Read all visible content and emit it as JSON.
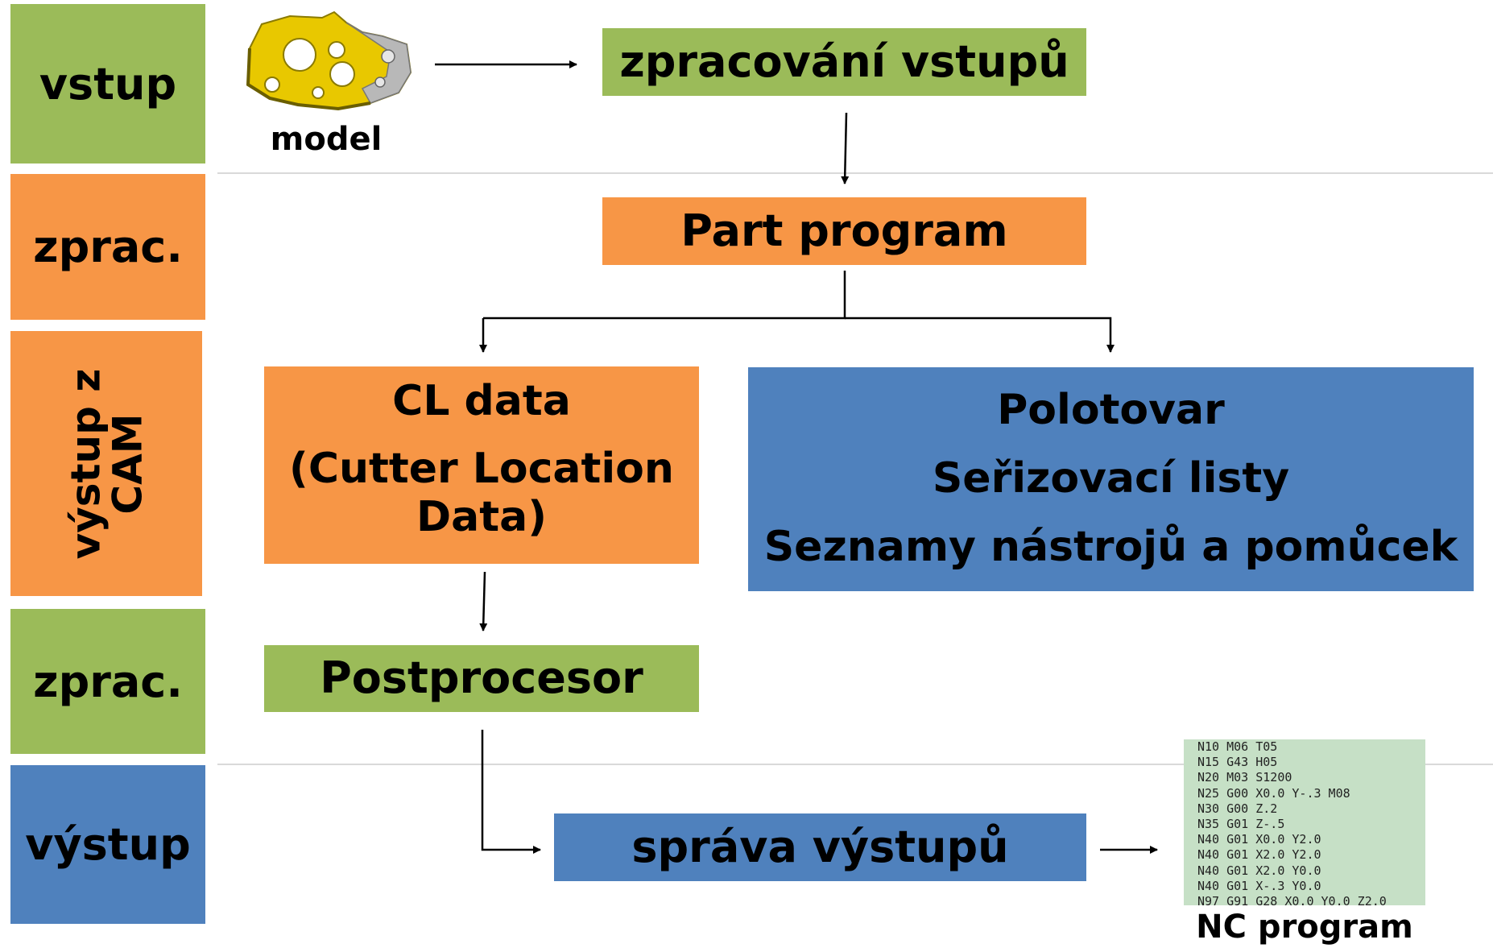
{
  "lanes": {
    "input": "vstup",
    "proc1": "zprac.",
    "cam_line1": "výstup z",
    "cam_line2": "CAM",
    "proc2": "zprac.",
    "output": "výstup"
  },
  "model": {
    "caption": "model"
  },
  "boxes": {
    "input_processing": "zpracování vstupů",
    "part_program": "Part program",
    "cl_data_title": "CL data",
    "cl_data_sub1": "(Cutter Location",
    "cl_data_sub2": "Data)",
    "polotovar": "Polotovar",
    "serizovaci": "Seřizovací listy",
    "seznamy": "Seznamy nástrojů a pomůcek",
    "postprocesor": "Postprocesor",
    "output_management": "správa výstupů"
  },
  "nc_program": {
    "caption": "NC program",
    "lines": [
      "N10 M06 T05",
      "N15 G43 H05",
      "N20 M03 S1200",
      "N25 G00 X0.0 Y-.3 M08",
      "N30 G00 Z.2",
      "N35 G01 Z-.5",
      "N40 G01 X0.0 Y2.0",
      "N40 G01 X2.0 Y2.0",
      "N40 G01 X2.0 Y0.0",
      "N40 G01 X-.3 Y0.0",
      "N97 G91 G28 X0.0 Y0.0 Z2.0"
    ]
  },
  "colors": {
    "green": "#9bbb59",
    "orange": "#f79646",
    "blue": "#4f81bd",
    "nc_background": "#c6e0c6",
    "model_yellow": "#e8c800"
  }
}
